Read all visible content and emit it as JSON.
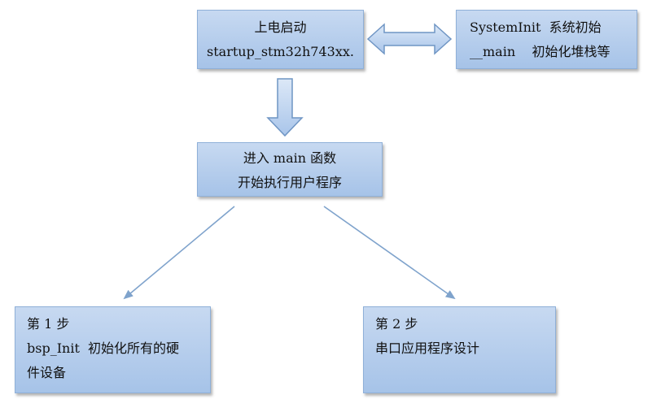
{
  "nodes": {
    "power_on": {
      "line1": "上电启动",
      "line2": "startup_stm32h743xx."
    },
    "system_init": {
      "line1": "SystemInit  系统初始",
      "line2": "__main    初始化堆栈等"
    },
    "enter_main": {
      "line1": "进入 main 函数",
      "line2": "开始执行用户程序"
    },
    "step1": {
      "line1": "第 1 步",
      "line2": "bsp_Init  初始化所有的硬",
      "line3": "件设备"
    },
    "step2": {
      "line1": "第 2 步",
      "line2": "串口应用程序设计"
    }
  },
  "colors": {
    "box_fill_top": "#c7d9f1",
    "box_fill_bottom": "#a6c3e8",
    "box_border": "#8fb0d8",
    "arrow_line": "#7fa3cc"
  }
}
